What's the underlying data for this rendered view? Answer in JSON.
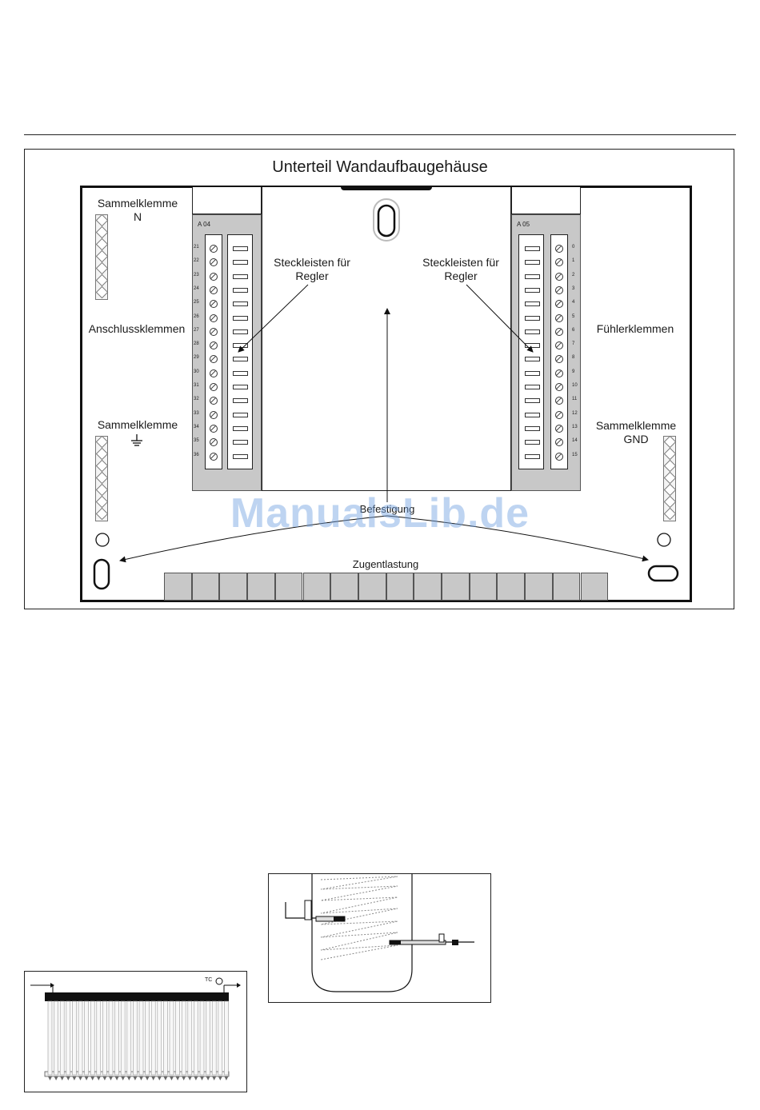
{
  "title": "Unterteil Wandaufbaugehäuse",
  "labels": {
    "sammel_n_line1": "Sammelklemme",
    "sammel_n_line2": "N",
    "anschluss": "Anschlussklemmen",
    "sammel_pe": "Sammelklemme",
    "fuehler": "Fühlerklemmen",
    "sammel_gnd_line1": "Sammelklemme",
    "sammel_gnd_line2": "GND",
    "stecker_left_line1": "Steckleisten für",
    "stecker_left_line2": "Regler",
    "stecker_right_line1": "Steckleisten für",
    "stecker_right_line2": "Regler",
    "befestigung": "Befestigung",
    "zugentlastung": "Zugentlastung",
    "a04": "A 04",
    "a05": "A 05",
    "tc": "TC"
  },
  "left_terminal_numbers": [
    "21",
    "22",
    "23",
    "24",
    "25",
    "26",
    "27",
    "28",
    "29",
    "30",
    "31",
    "32",
    "33",
    "34",
    "35",
    "36"
  ],
  "right_terminal_numbers": [
    "0",
    "1",
    "2",
    "3",
    "4",
    "5",
    "6",
    "7",
    "8",
    "9",
    "10",
    "11",
    "12",
    "13",
    "14",
    "15"
  ],
  "watermark": "ManualsLib.de",
  "icons": [
    "ground-icon"
  ]
}
